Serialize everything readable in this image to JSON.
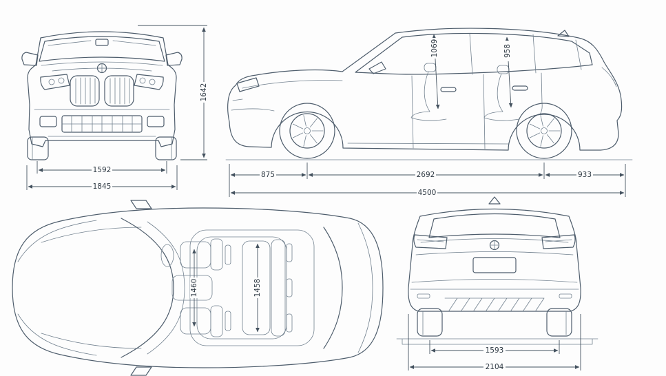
{
  "diagram": {
    "kind": "vehicle-dimension-blueprint",
    "views": [
      "front",
      "side",
      "top",
      "rear"
    ]
  },
  "dimensions": {
    "front_view": {
      "height": "1642",
      "track": "1592",
      "width": "1845"
    },
    "side_view": {
      "headroom_front": "1069",
      "headroom_rear": "958",
      "overhang_front": "875",
      "wheelbase": "2692",
      "overhang_rear": "933",
      "length": "4500"
    },
    "top_view": {
      "interior_front": "1460",
      "interior_rear": "1458"
    },
    "rear_view": {
      "track": "1593",
      "width": "2104"
    }
  },
  "colors": {
    "line": "#4e5d6c",
    "thin_line": "#71808e",
    "dimension_line": "#44525f",
    "text": "#2d3842",
    "background": "#fdfdfd"
  }
}
